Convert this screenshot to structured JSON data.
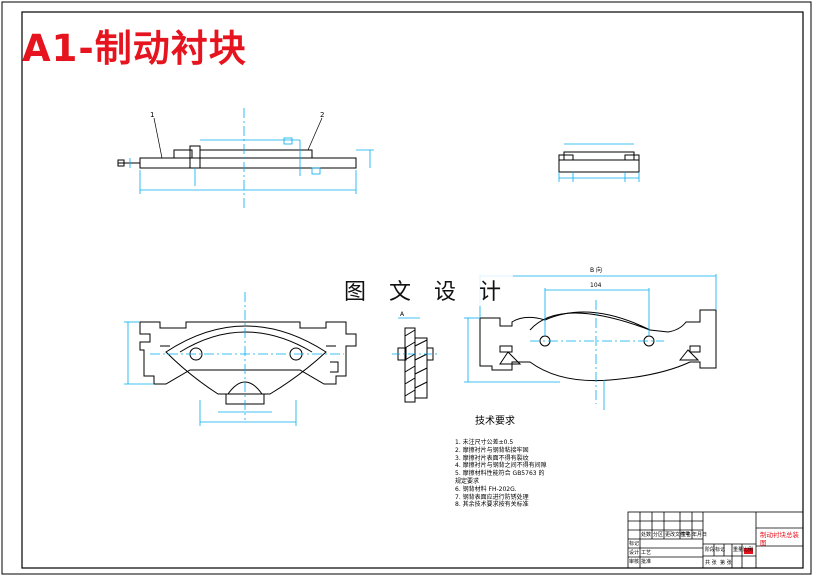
{
  "drawing": {
    "title": "A1-制动衬块",
    "watermark": "图 文 设 计"
  },
  "views": {
    "front": {
      "balloons": [
        "1",
        "2"
      ]
    },
    "plan": {
      "view_label": "B 向",
      "dim_hole_spacing": "104"
    },
    "section": {
      "label": "A"
    }
  },
  "technical_requirements": {
    "heading": "技术要求",
    "items": [
      "1. 未注尺寸公差±0.5",
      "2. 摩擦衬片与钢背粘接牢固",
      "3. 摩擦衬片表面不得有裂纹",
      "4. 摩擦衬片与钢背之间不得有间隙",
      "5. 摩擦材料性能符合 GB5763 的",
      "   规定要求",
      "6. 钢背材料 FH-202G.",
      "7. 钢背表面应进行防锈处理",
      "8. 其余技术要求按有关标准"
    ]
  },
  "title_block": {
    "part_name": "制动衬块总装图",
    "cells": [
      "标记",
      "处数",
      "分区",
      "更改文件号",
      "签名",
      "年月日",
      "设计",
      "审核",
      "工艺",
      "批准",
      "阶段标记",
      "重量",
      "比例",
      "共 张",
      "第 张"
    ]
  },
  "colors": {
    "title_red": "#e6141e",
    "dimension_cyan": "#00aeef",
    "outline_black": "#000000"
  }
}
